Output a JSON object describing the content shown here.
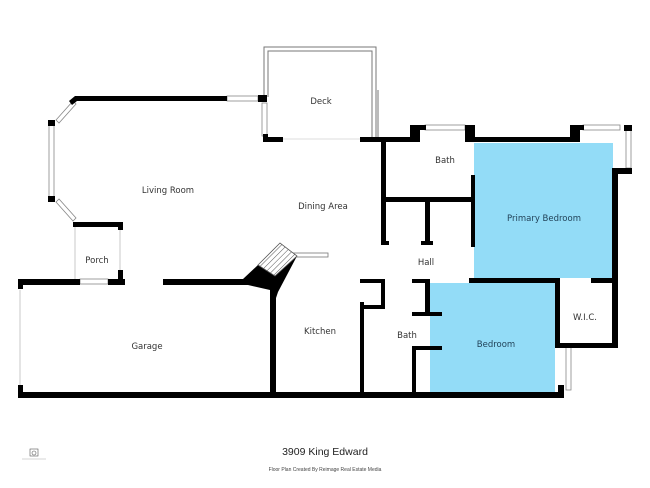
{
  "plan": {
    "rooms": {
      "deck": "Deck",
      "living_room": "Living Room",
      "dining_area": "Dining Area",
      "bath_upper": "Bath",
      "primary_bedroom": "Primary Bedroom",
      "hall": "Hall",
      "porch": "Porch",
      "garage": "Garage",
      "kitchen": "Kitchen",
      "bath_lower": "Bath",
      "bedroom": "Bedroom",
      "wic": "W.I.C."
    },
    "highlight_color": "#93dcf7",
    "wall_color": "#000000"
  },
  "footer": {
    "address": "3909 King Edward",
    "credit": "Floor Plan Created By Reimage Real Estate Media"
  }
}
